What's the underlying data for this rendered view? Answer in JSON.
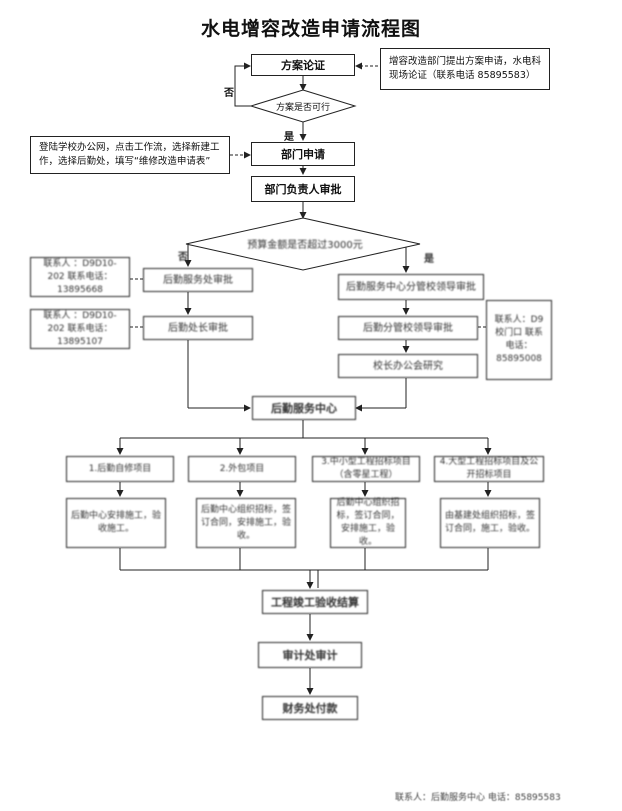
{
  "title": "水电增容改造申请流程图",
  "nodes": {
    "plan_review": "方案论证",
    "plan_feasible": "方案是否可行",
    "dept_apply": "部门申请",
    "dept_head_approve": "部门负责人审批",
    "budget_check": "预算金额是否超过3000元",
    "left_step1": "后勤服务处审批",
    "left_step2": "后勤处长审批",
    "right_step1": "后勤服务中心分管校领导审批",
    "right_step2": "后勤分管校领导审批",
    "right_step3": "校长办公会研究",
    "implement": "后勤服务中心",
    "branch1": "1.后勤自修项目",
    "branch2": "2.外包项目",
    "branch3": "3.中小型工程招标项目（含零星工程）",
    "branch4": "4.大型工程招标项目及公开招标项目",
    "detail1": "后勤中心安排施工，验收施工。",
    "detail2": "后勤中心组织招标，签订合同，安排施工，验收。",
    "detail3": "后勤中心组织招标，签订合同，安排施工，验收。",
    "detail4": "由基建处组织招标，签订合同，施工，验收。",
    "settlement": "工程竣工验收结算",
    "audit": "审计处审计",
    "finance": "财务处付款"
  },
  "notes": {
    "top_right": "增容改造部门提出方案申请，水电科现场论证（联系电话 85895583）",
    "left_apply": "登陆学校办公网，点击工作流，选择新建工作，选择后勤处，填写“维修改造申请表”",
    "left_contact1": "联系人 ：D9D10-202 联系电话：13895668",
    "left_contact2": "联系人 ：D9D10-202 联系电话：13895107",
    "right_contact": "联系人：D9校门口 联系电话：85895008"
  },
  "labels": {
    "no_label": "否",
    "yes_label": "是",
    "le_label": "否",
    "gt_label": "是"
  },
  "footer": "联系人：后勤服务中心 电话：85895583"
}
